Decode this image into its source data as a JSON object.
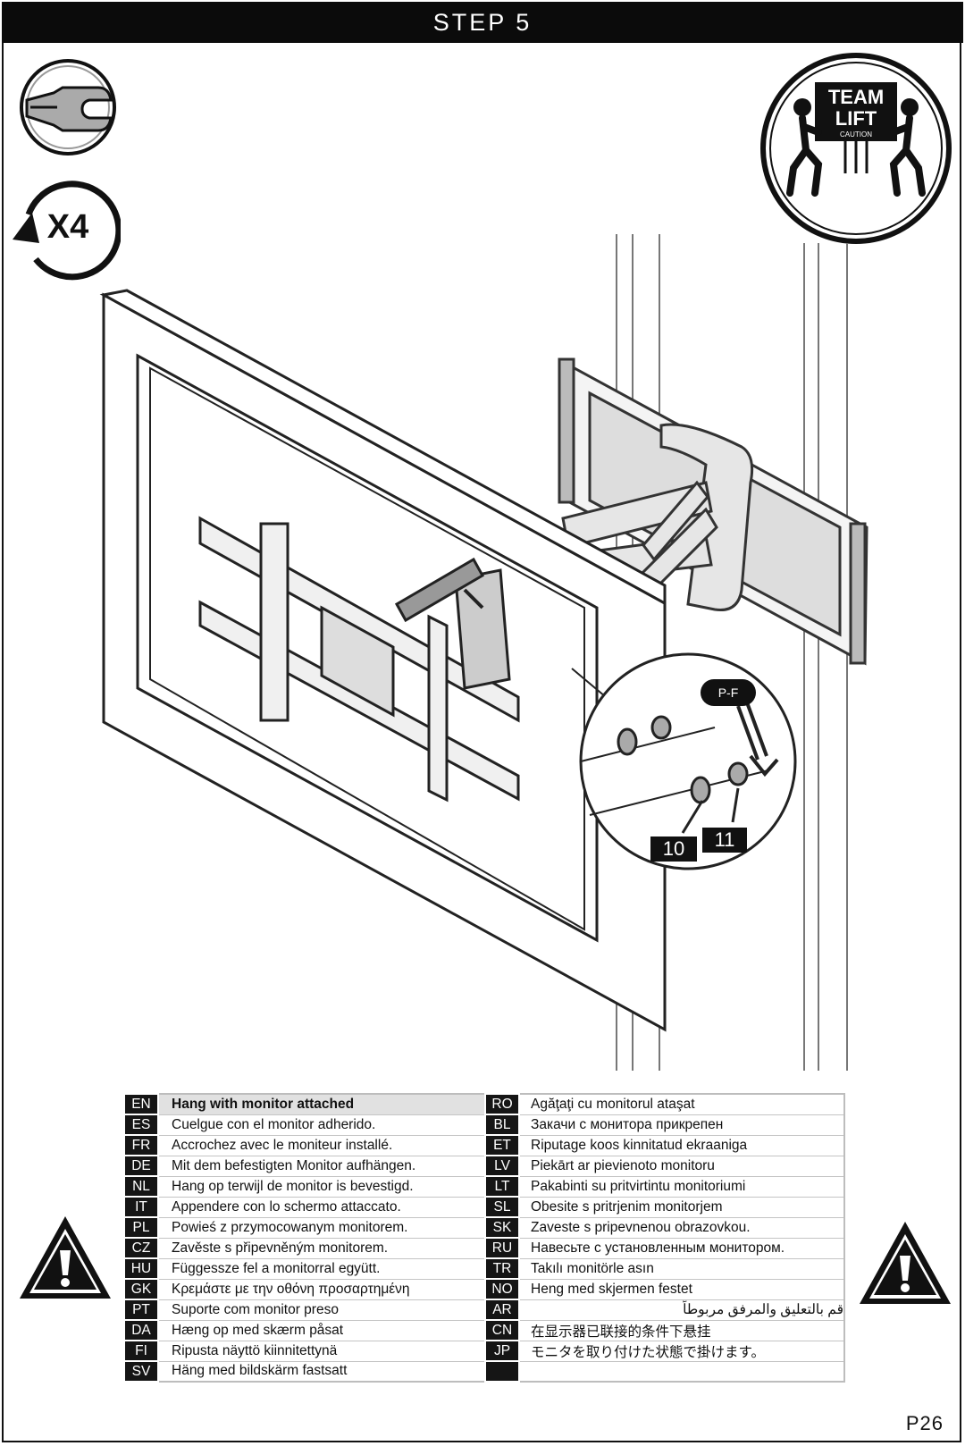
{
  "header": {
    "title": "STEP 5"
  },
  "callouts": {
    "part_label": "P-F",
    "item_10": "10",
    "item_11": "11"
  },
  "badges": {
    "repeat": "X4",
    "team_lift_line1": "TEAM",
    "team_lift_line2": "LIFT",
    "team_lift_caution": "CAUTION"
  },
  "languages": [
    {
      "left_code": "EN",
      "left_text": "Hang with monitor attached",
      "right_code": "RO",
      "right_text": "Agăţaţi cu monitorul ataşat"
    },
    {
      "left_code": "ES",
      "left_text": "Cuelgue con el monitor adherido.",
      "right_code": "BL",
      "right_text": "Закачи с монитора прикрепен"
    },
    {
      "left_code": "FR",
      "left_text": "Accrochez avec le moniteur installé.",
      "right_code": "ET",
      "right_text": "Riputage koos kinnitatud ekraaniga"
    },
    {
      "left_code": "DE",
      "left_text": "Mit dem befestigten Monitor aufhängen.",
      "right_code": "LV",
      "right_text": "Piekārt ar pievienoto monitoru"
    },
    {
      "left_code": "NL",
      "left_text": "Hang op terwijl de monitor is bevestigd.",
      "right_code": "LT",
      "right_text": "Pakabinti su pritvirtintu monitoriumi"
    },
    {
      "left_code": "IT",
      "left_text": "Appendere con lo schermo attaccato.",
      "right_code": "SL",
      "right_text": "Obesite s pritrjenim monitorjem"
    },
    {
      "left_code": "PL",
      "left_text": "Powieś z przymocowanym monitorem.",
      "right_code": "SK",
      "right_text": "Zaveste s pripevnenou obrazovkou."
    },
    {
      "left_code": "CZ",
      "left_text": "Zavěste s připevněným monitorem.",
      "right_code": "RU",
      "right_text": "Навесьте с установленным монитором."
    },
    {
      "left_code": "HU",
      "left_text": "Függessze fel a monitorral együtt.",
      "right_code": "TR",
      "right_text": "Takılı monitörle asın"
    },
    {
      "left_code": "GK",
      "left_text": "Κρεμάστε με την οθόνη προσαρτημένη",
      "right_code": "NO",
      "right_text": "Heng med skjermen festet"
    },
    {
      "left_code": "PT",
      "left_text": "Suporte com monitor preso",
      "right_code": "AR",
      "right_text": "قم بالتعليق والمرفق مربوطاً"
    },
    {
      "left_code": "DA",
      "left_text": "Hæng op med skærm påsat",
      "right_code": "CN",
      "right_text": "在显示器已联接的条件下悬挂"
    },
    {
      "left_code": "FI",
      "left_text": "Ripusta näyttö kiinnitettynä",
      "right_code": "JP",
      "right_text": "モニタを取り付けた状態で掛けます。"
    },
    {
      "left_code": "SV",
      "left_text": "Häng med bildskärm fastsatt",
      "right_code": "",
      "right_text": ""
    }
  ],
  "footer": {
    "page_number": "P26"
  },
  "icons": [
    "wrench-icon",
    "rotate-x4-icon",
    "team-lift-icon",
    "warning-icon"
  ]
}
